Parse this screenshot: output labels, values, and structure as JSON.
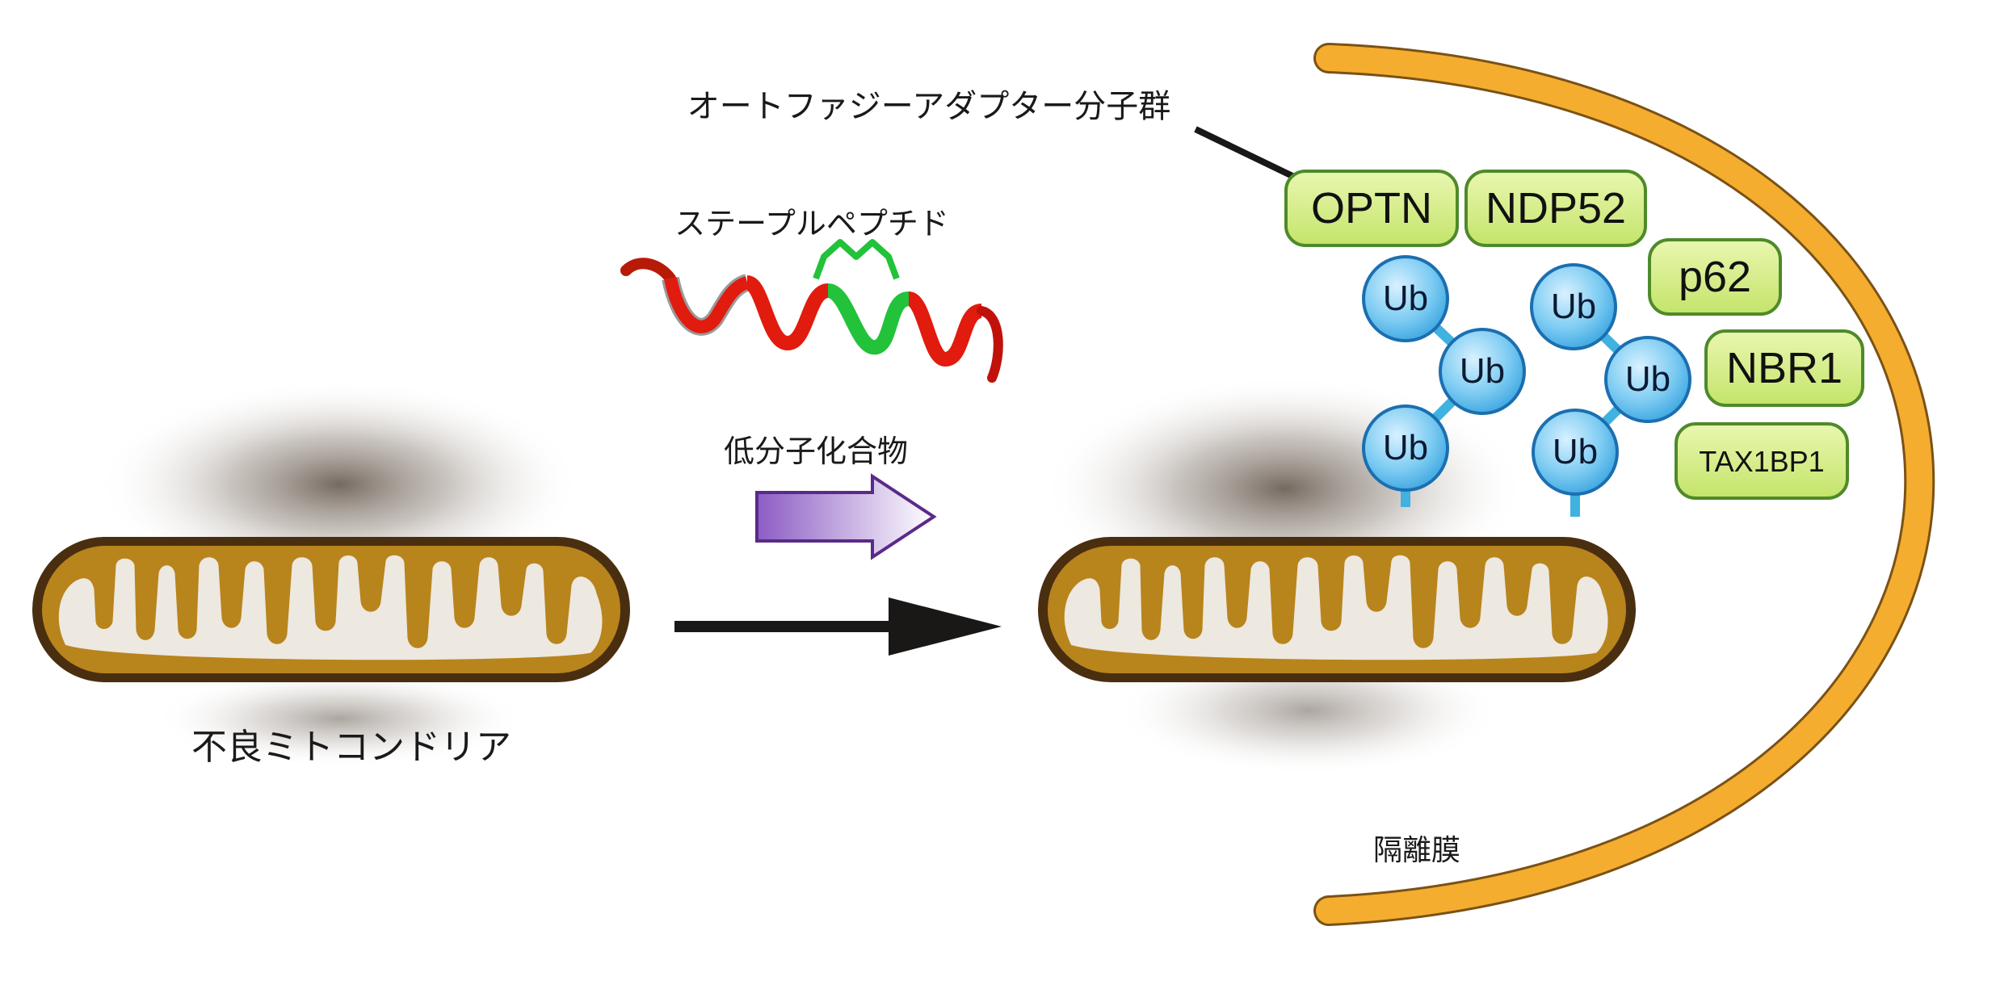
{
  "labels": {
    "adaptor_group": "オートファジーアダプター分子群",
    "stapled_peptide": "ステープルペプチド",
    "small_molecule": "低分子化合物",
    "defective_mitochondria": "不良ミトコンドリア",
    "isolation_membrane": "隔離膜"
  },
  "adaptors": [
    {
      "label": "OPTN"
    },
    {
      "label": "NDP52"
    },
    {
      "label": "p62"
    },
    {
      "label": "NBR1"
    },
    {
      "label": "TAX1BP1"
    }
  ],
  "ubiquitin_label": "Ub",
  "colors": {
    "mito_body": "#b8841c",
    "mito_outline": "#4a2e10",
    "mito_inner": "#ede8e0",
    "membrane": "#f5ad30",
    "adaptor_fill": "#d6ee86",
    "adaptor_stroke": "#4f8a2a",
    "ub_fill": "#6cc3ef",
    "ub_stroke": "#1b6fb0",
    "ub_link": "#3fb2e0",
    "small_molecule_arrow": "#8c5cc4",
    "helix_red": "#e11b0e",
    "helix_green": "#22c23a"
  }
}
